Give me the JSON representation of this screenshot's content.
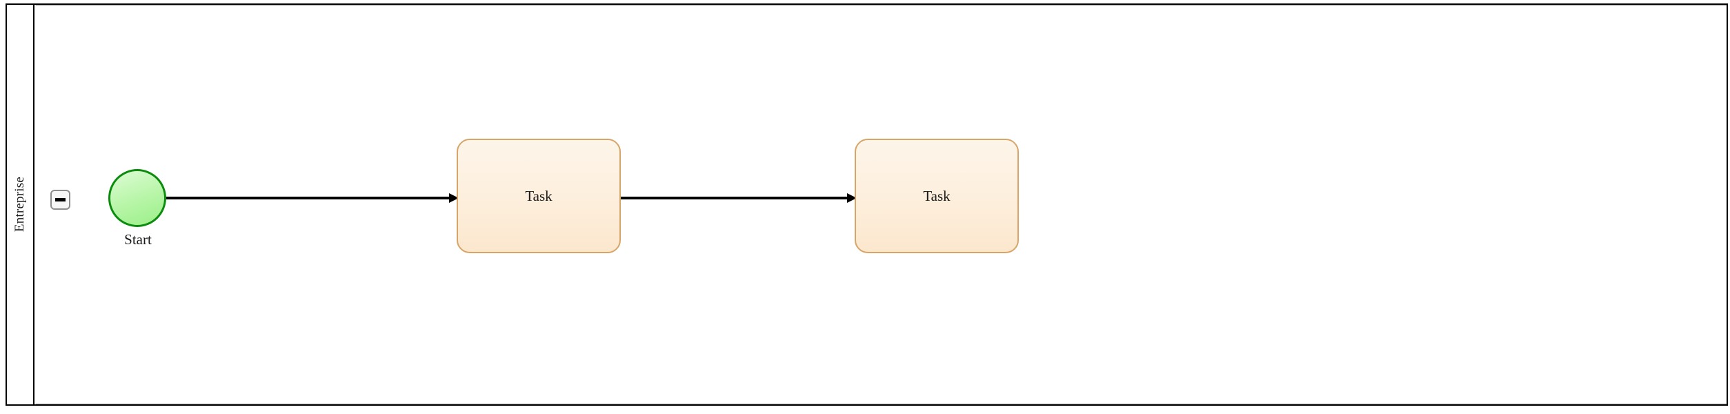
{
  "diagram": {
    "type": "bpmn-process",
    "pool": {
      "name": "Entreprise",
      "collapse_icon": "minus-icon",
      "collapse_state": "expanded"
    },
    "nodes": [
      {
        "id": "start",
        "kind": "start-event",
        "label": "Start",
        "shape": "circle",
        "fill": "#b6f5a6",
        "stroke": "#0c8c0c"
      },
      {
        "id": "task-1",
        "kind": "task",
        "label": "Task",
        "shape": "rounded-rect",
        "fill": "#fdeedb",
        "stroke": "#d6a567"
      },
      {
        "id": "task-2",
        "kind": "task",
        "label": "Task",
        "shape": "rounded-rect",
        "fill": "#fdeedb",
        "stroke": "#d6a567"
      }
    ],
    "flows": [
      {
        "id": "flow-1",
        "from": "start",
        "to": "task-1",
        "kind": "sequence-flow",
        "label": ""
      },
      {
        "id": "flow-2",
        "from": "task-1",
        "to": "task-2",
        "kind": "sequence-flow",
        "label": ""
      }
    ],
    "colors": {
      "pool_border": "#000000",
      "lane_border": "#9a9a9a",
      "canvas_background": "#ffffff",
      "flow_stroke": "#000000"
    }
  }
}
